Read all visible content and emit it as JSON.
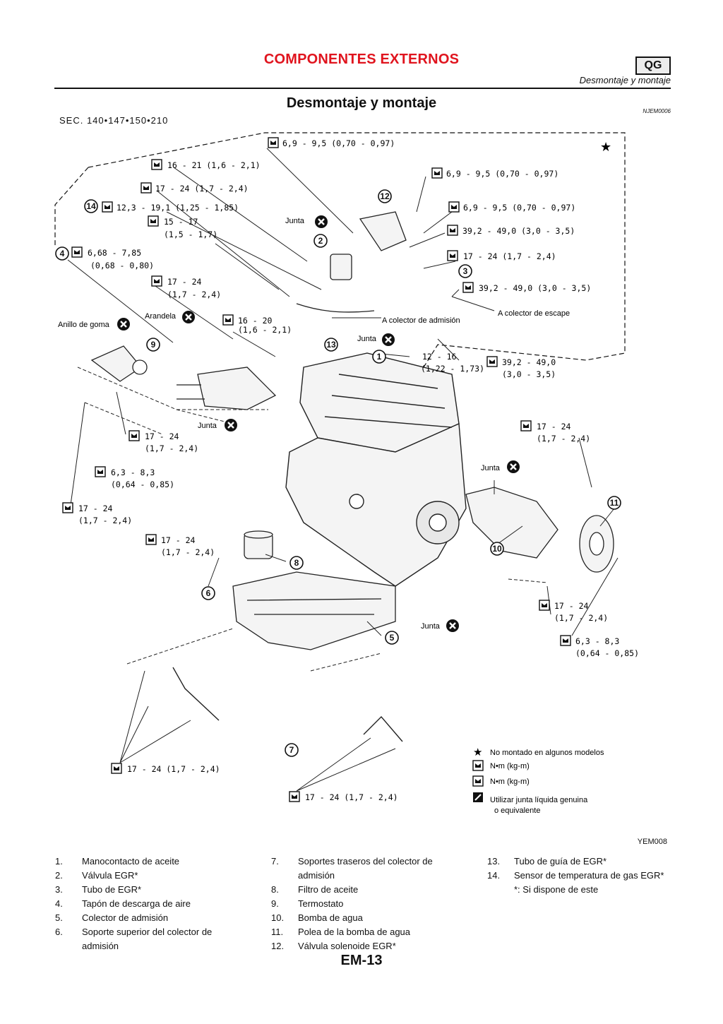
{
  "header": {
    "title": "COMPONENTES EXTERNOS",
    "badge": "QG",
    "subtitle": "Desmontaje y montaje"
  },
  "section": {
    "title": "Desmontaje y montaje",
    "code": "SEC. 140•147•150•210",
    "ref": "NJEM0006"
  },
  "diagram": {
    "torques": {
      "t1": "6,9 - 9,5 (0,70 - 0,97)",
      "t2": "16 - 21 (1,6 - 2,1)",
      "t3": "17 - 24 (1,7 - 2,4)",
      "t4": "12,3 - 19,1 (1,25 - 1,85)",
      "t5a": "15 - 17",
      "t5b": "(1,5 - 1,7)",
      "t6a": "6,68 - 7,85",
      "t6b": "(0,68 - 0,80)",
      "t7a": "17 - 24",
      "t7b": "(1,7 - 2,4)",
      "t8a": "16 - 20",
      "t8b": "(1,6 - 2,1)",
      "t9": "6,9 - 9,5 (0,70 - 0,97)",
      "t10": "6,9 - 9,5 (0,70 - 0,97)",
      "t11": "39,2 - 49,0 (3,0 - 3,5)",
      "t12": "17 - 24 (1,7 - 2,4)",
      "t13": "39,2 - 49,0 (3,0 - 3,5)",
      "t14a": "12 - 16",
      "t14b": "(1,22 - 1,73)",
      "t15a": "39,2 - 49,0",
      "t15b": "(3,0 - 3,5)",
      "t16a": "17 - 24",
      "t16b": "(1,7 - 2,4)",
      "t17a": "6,3 - 8,3",
      "t17b": "(0,64 - 0,85)",
      "t18a": "17 - 24",
      "t18b": "(1,7 - 2,4)",
      "t19a": "17 - 24",
      "t19b": "(1,7 - 2,4)",
      "t20a": "17 - 24",
      "t20b": "(1,7 - 2,4)",
      "t21a": "17 - 24",
      "t21b": "(1,7 - 2,4)",
      "t22a": "6,3 - 8,3",
      "t22b": "(0,64 - 0,85)",
      "t23": "17 - 24 (1,7 - 2,4)",
      "t24": "17 - 24 (1,7 - 2,4)"
    },
    "labels": {
      "junta": "Junta",
      "arandela": "Arandela",
      "anillo": "Anillo de goma",
      "admision": "A colector de admisión",
      "escape": "A colector de escape"
    },
    "callouts": [
      "1",
      "2",
      "3",
      "4",
      "5",
      "6",
      "7",
      "8",
      "9",
      "10",
      "11",
      "12",
      "13",
      "14"
    ],
    "key": {
      "star": "No montado en algunos modelos",
      "nm1": "N•m (kg-m)",
      "nm2": "N•m (kg-m)",
      "sealant_a": "Utilizar junta líquida genuina",
      "sealant_b": "o equivalente"
    },
    "image_id": "YEM008"
  },
  "legend": [
    {
      "n": "1.",
      "t": "Manocontacto de aceite"
    },
    {
      "n": "2.",
      "t": "Válvula EGR*"
    },
    {
      "n": "3.",
      "t": "Tubo de EGR*"
    },
    {
      "n": "4.",
      "t": "Tapón de descarga de aire"
    },
    {
      "n": "5.",
      "t": "Colector de admisión"
    },
    {
      "n": "6.",
      "t": "Soporte superior del colector de admisión"
    },
    {
      "n": "7.",
      "t": "Soportes traseros del colector de admisión"
    },
    {
      "n": "8.",
      "t": "Filtro de aceite"
    },
    {
      "n": "9.",
      "t": "Termostato"
    },
    {
      "n": "10.",
      "t": "Bomba de agua"
    },
    {
      "n": "11.",
      "t": "Polea de la bomba de agua"
    },
    {
      "n": "12.",
      "t": "Válvula solenoide EGR*"
    },
    {
      "n": "13.",
      "t": "Tubo de guía de EGR*"
    },
    {
      "n": "14.",
      "t": "Sensor de temperatura de gas EGR*"
    }
  ],
  "legend_note": "*: Si dispone de este",
  "footer": "EM-13"
}
